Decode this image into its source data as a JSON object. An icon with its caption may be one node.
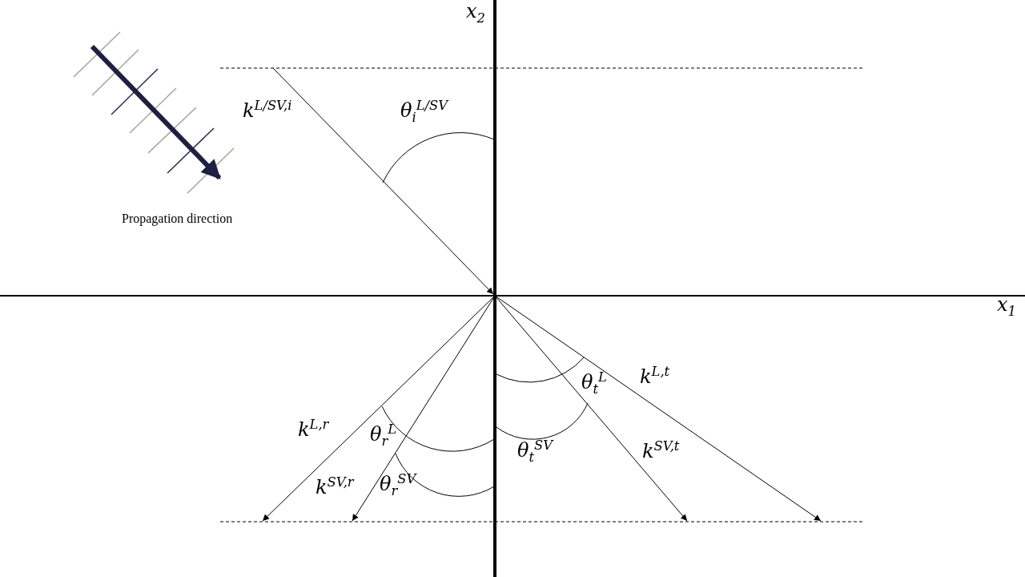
{
  "diagram": {
    "labels": [
      "x$_{2}$",
      "k$^{L/SV,i}$",
      "θ$_{i}$$^{L/SV}$",
      "Propagation direction",
      "x$_{1}$",
      "θ$_{t}$$^{L}$",
      "k$^{L,t}$",
      "k$^{L,r}$",
      "θ$_{r}$$^{L}$",
      "θ$_{t}$$^{SV}$",
      "k$^{SV,t}$",
      "k$^{SV,r}$",
      "θ$_{r}$$^{SV}$"
    ]
  }
}
